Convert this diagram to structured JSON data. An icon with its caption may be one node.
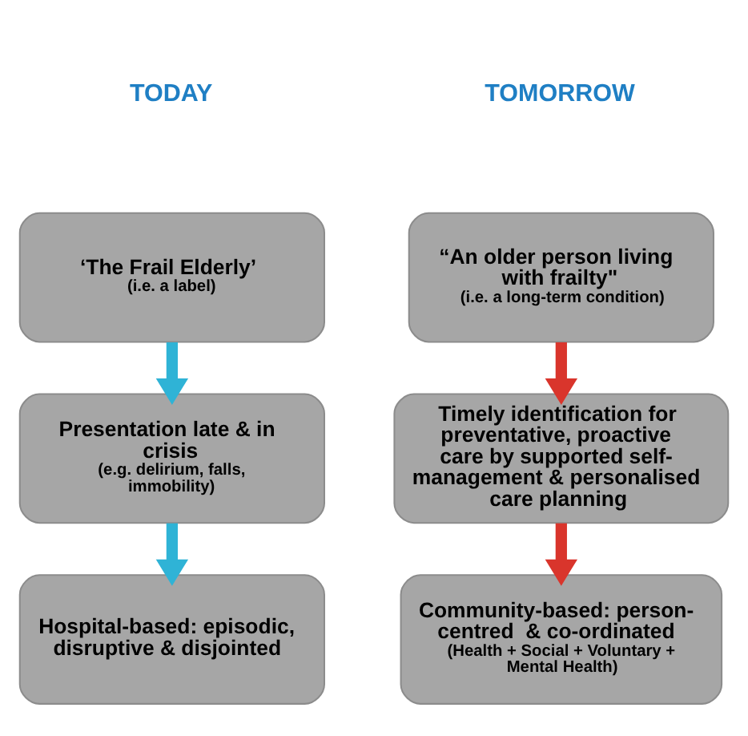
{
  "diagram": {
    "nodes": [
      {
        "text": [
          "‘The Frail Elderly’",
          "(i.e. a label)"
        ]
      },
      {
        "text": [
          "Presentation late & in crisis",
          "(e.g. delirium, falls, immobility)"
        ]
      },
      {
        "text": [
          "Hospital-based: episodic, disruptive & disjointed"
        ]
      },
      {
        "text": [
          "“An older person living with frailty\"",
          "(i.e. a long-term condition)"
        ]
      },
      {
        "text": [
          "Timely identification for preventative, proactive care by supported self-management & personalised care planning"
        ]
      },
      {
        "text": [
          "Community-based: person-centred  & co-ordinated",
          "(Health + Social + Voluntary + Mental Health)"
        ]
      }
    ],
    "edges": [
      {
        "from": 0,
        "to": 1,
        "arrow": "to",
        "color": "#2fb3d6"
      },
      {
        "from": 1,
        "to": 2,
        "arrow": "to",
        "color": "#2fb3d6"
      },
      {
        "from": 3,
        "to": 4,
        "arrow": "to",
        "color": "#d9352c"
      },
      {
        "from": 4,
        "to": 5,
        "arrow": "to",
        "color": "#d9352c"
      }
    ],
    "labels": [
      "TODAY",
      "TOMORROW"
    ]
  }
}
